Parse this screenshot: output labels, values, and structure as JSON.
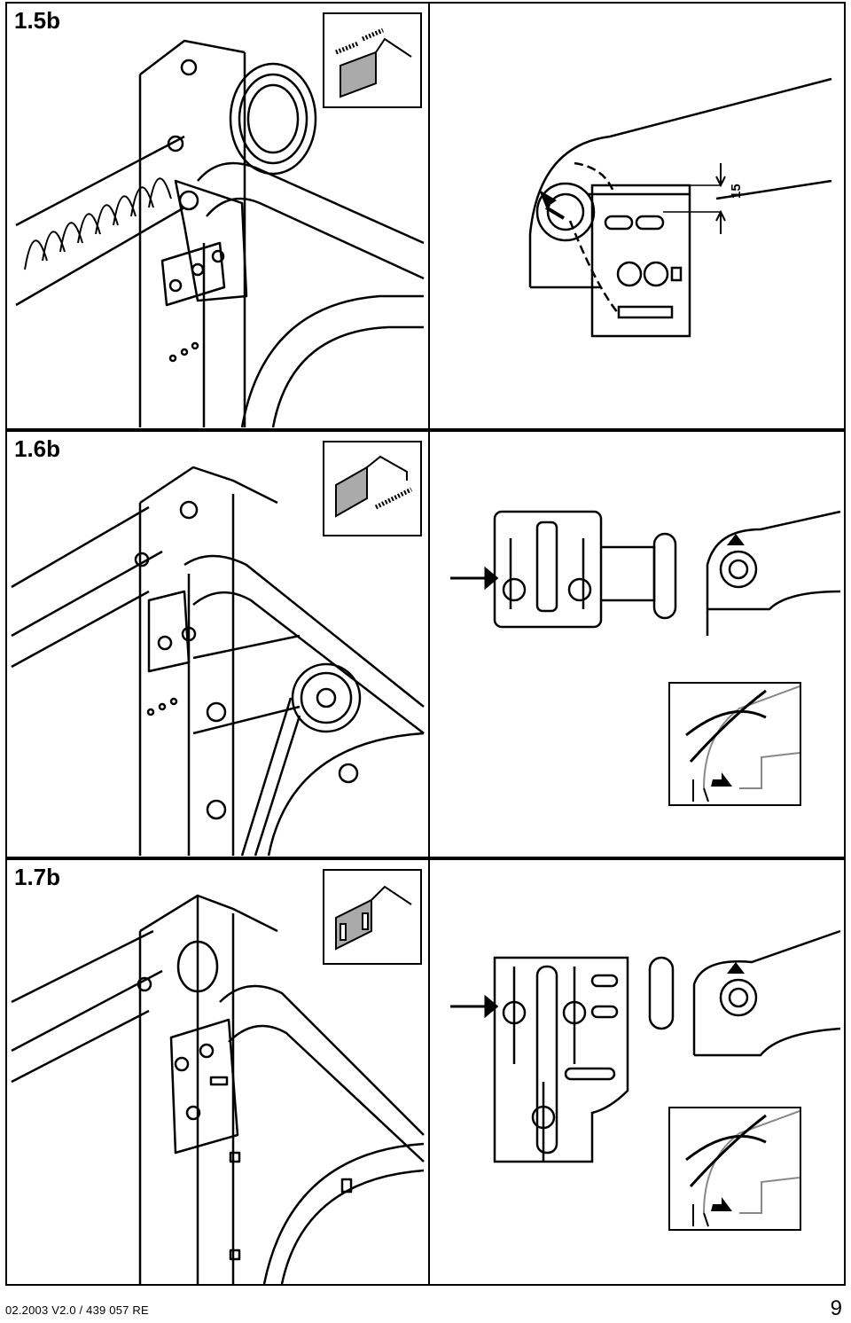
{
  "panels": [
    {
      "id": "1.5b",
      "label": "1.5b"
    },
    {
      "id": "1.6b",
      "label": "1.6b"
    },
    {
      "id": "1.7b",
      "label": "1.7b"
    }
  ],
  "dimension_label": "15",
  "footer": {
    "doc_ref": "02.2003  V2.0 / 439 057  RE",
    "page_number": "9"
  }
}
